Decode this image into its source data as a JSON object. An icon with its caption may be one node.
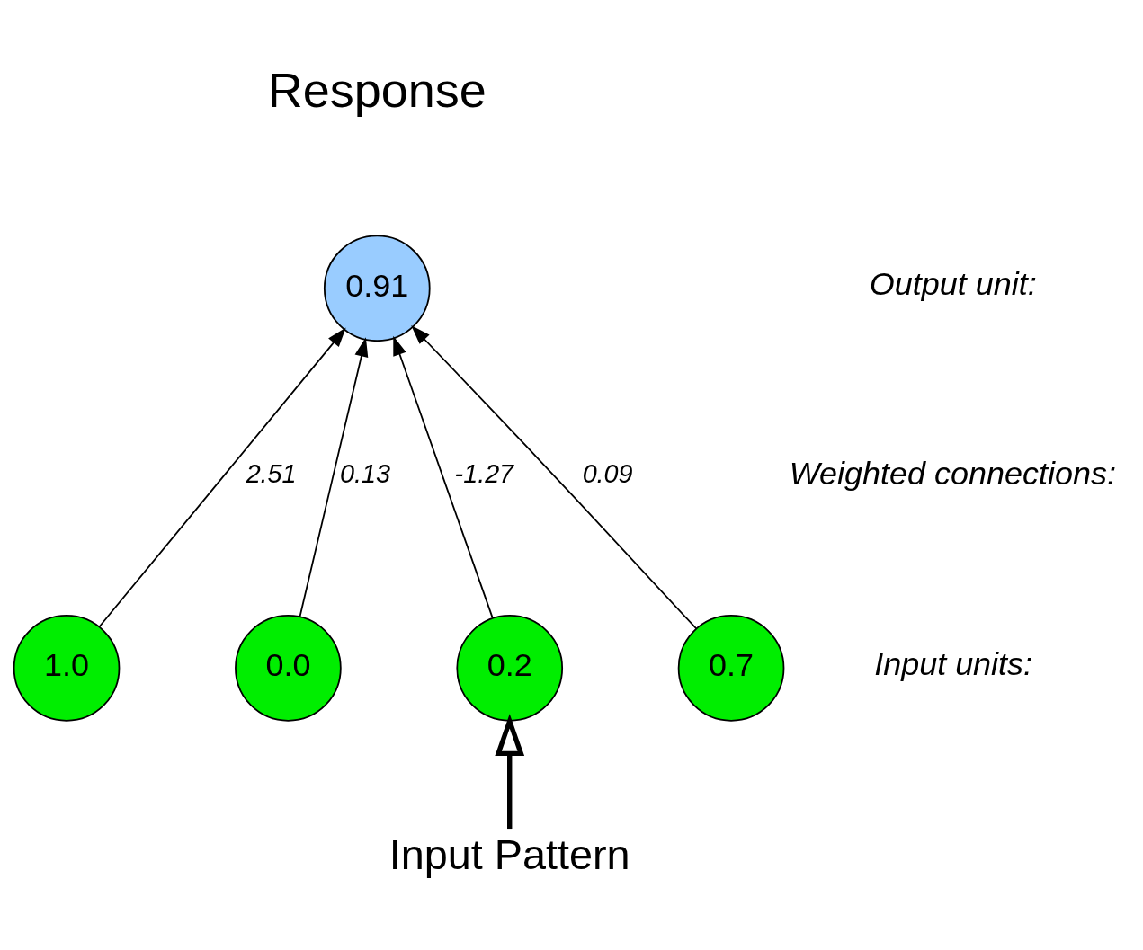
{
  "diagram": {
    "nodes": [
      {
        "text": [
          "0.91"
        ],
        "beside": [
          "Response"
        ]
      },
      {
        "text": [
          "1.0"
        ]
      },
      {
        "text": [
          "0.0"
        ]
      },
      {
        "text": [
          "0.2"
        ]
      },
      {
        "text": [
          "0.7"
        ]
      },
      {
        "text": [
          "Input Pattern"
        ]
      }
    ],
    "edges": [
      {
        "from": 1,
        "to": 0,
        "arrow": "to",
        "label": "2.51"
      },
      {
        "from": 2,
        "to": 0,
        "arrow": "to",
        "label": "0.13"
      },
      {
        "from": 3,
        "to": 0,
        "arrow": "to",
        "label": "-1.27"
      },
      {
        "from": 4,
        "to": 0,
        "arrow": "to",
        "label": "0.09"
      },
      {
        "from": 5,
        "to": 3,
        "arrow": "to",
        "style": "thick"
      }
    ],
    "labels": [
      "Output unit:",
      "Weighted connections:",
      "Input units:"
    ]
  }
}
